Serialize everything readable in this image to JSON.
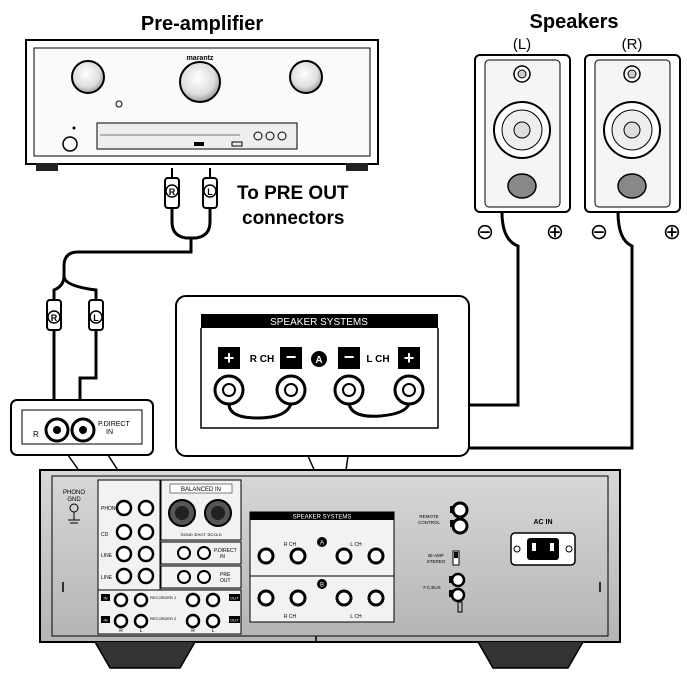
{
  "title_preamp": "Pre-amplifier",
  "title_speakers": "Speakers",
  "speaker_left_label": "(L)",
  "speaker_right_label": "(R)",
  "preamp_brand": "marantz",
  "plug_r": "R",
  "plug_l": "L",
  "preout_line1": "To PRE OUT",
  "preout_line2": "connectors",
  "callout_speaker_header": "SPEAKER SYSTEMS",
  "callout_rch": "R CH",
  "callout_lch": "L CH",
  "callout_a": "A",
  "minus_symbol": "⊖",
  "plus_symbol": "⊕",
  "callout_direct_r": "R",
  "callout_direct_line1": "P.DIRECT",
  "callout_direct_line2": "IN",
  "amp": {
    "phono_gnd_1": "PHONO",
    "phono_gnd_2": "GND",
    "phono": "PHONO",
    "cd": "CD",
    "line1": "LINE",
    "line2": "LINE",
    "balanced_in": "BALANCED  IN",
    "balanced_pins": "①GND ②HOT ③COLD",
    "p_direct": "P.DIRECT",
    "p_direct_in": "IN",
    "pre": "PRE",
    "pre_out": "OUT",
    "recorder1": "RECORDER 1",
    "recorder2": "RECORDER 2",
    "in": "IN",
    "out": "OUT",
    "r": "R",
    "l": "L",
    "speaker_systems": "SPEAKER SYSTEMS",
    "rch": "R CH",
    "lch": "L CH",
    "a": "A",
    "b": "B",
    "remote_control_1": "REMOTE",
    "remote_control_2": "CONTROL",
    "biamp": "BI-AMP",
    "stereo": "STEREO",
    "flc_bus": "F.C.BUS",
    "ac_in": "AC IN"
  }
}
